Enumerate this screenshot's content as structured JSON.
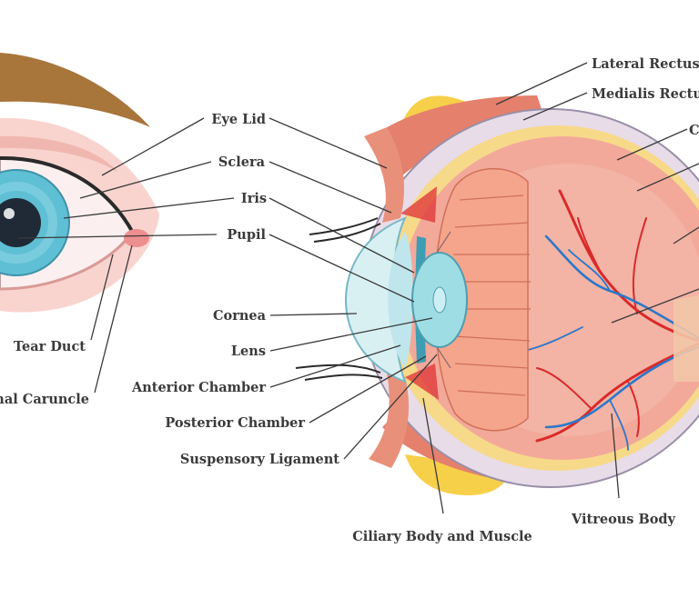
{
  "labels": {
    "lateral_rectus": "Lateral Rectus",
    "medialis_rectus": "Medialis Rectus",
    "choroid_partial": "Ch",
    "eye_lid": "Eye Lid",
    "sclera": "Sclera",
    "iris": "Iris",
    "pupil": "Pupil",
    "cornea": "Cornea",
    "lens": "Lens",
    "anterior_chamber": "Anterior Chamber",
    "posterior_chamber": "Posterior Chamber",
    "suspensory_ligament": "Suspensory Ligament",
    "ciliary_body_and_muscle": "Ciliary Body and Muscle",
    "vitreous_body": "Vitreous Body",
    "tear_duct": "Tear Duct",
    "lacrimal_caruncle_partial": "nal Caruncle"
  },
  "colors": {
    "leader": "#3a3a3a",
    "brow": "#a8753b",
    "iris": "#5fbfd4",
    "pupil": "#1f2a36",
    "skin": "#f6c9c4",
    "sclera_outer": "#f1d6dc",
    "choroid": "#f7d98a",
    "retina": "#ef8f7c",
    "vitreous": "#f2b3a6",
    "muscle": "#e5806c",
    "fat": "#f7d049",
    "lens": "#9fdde5",
    "artery": "#d92a2a",
    "vein": "#2b78c9"
  }
}
